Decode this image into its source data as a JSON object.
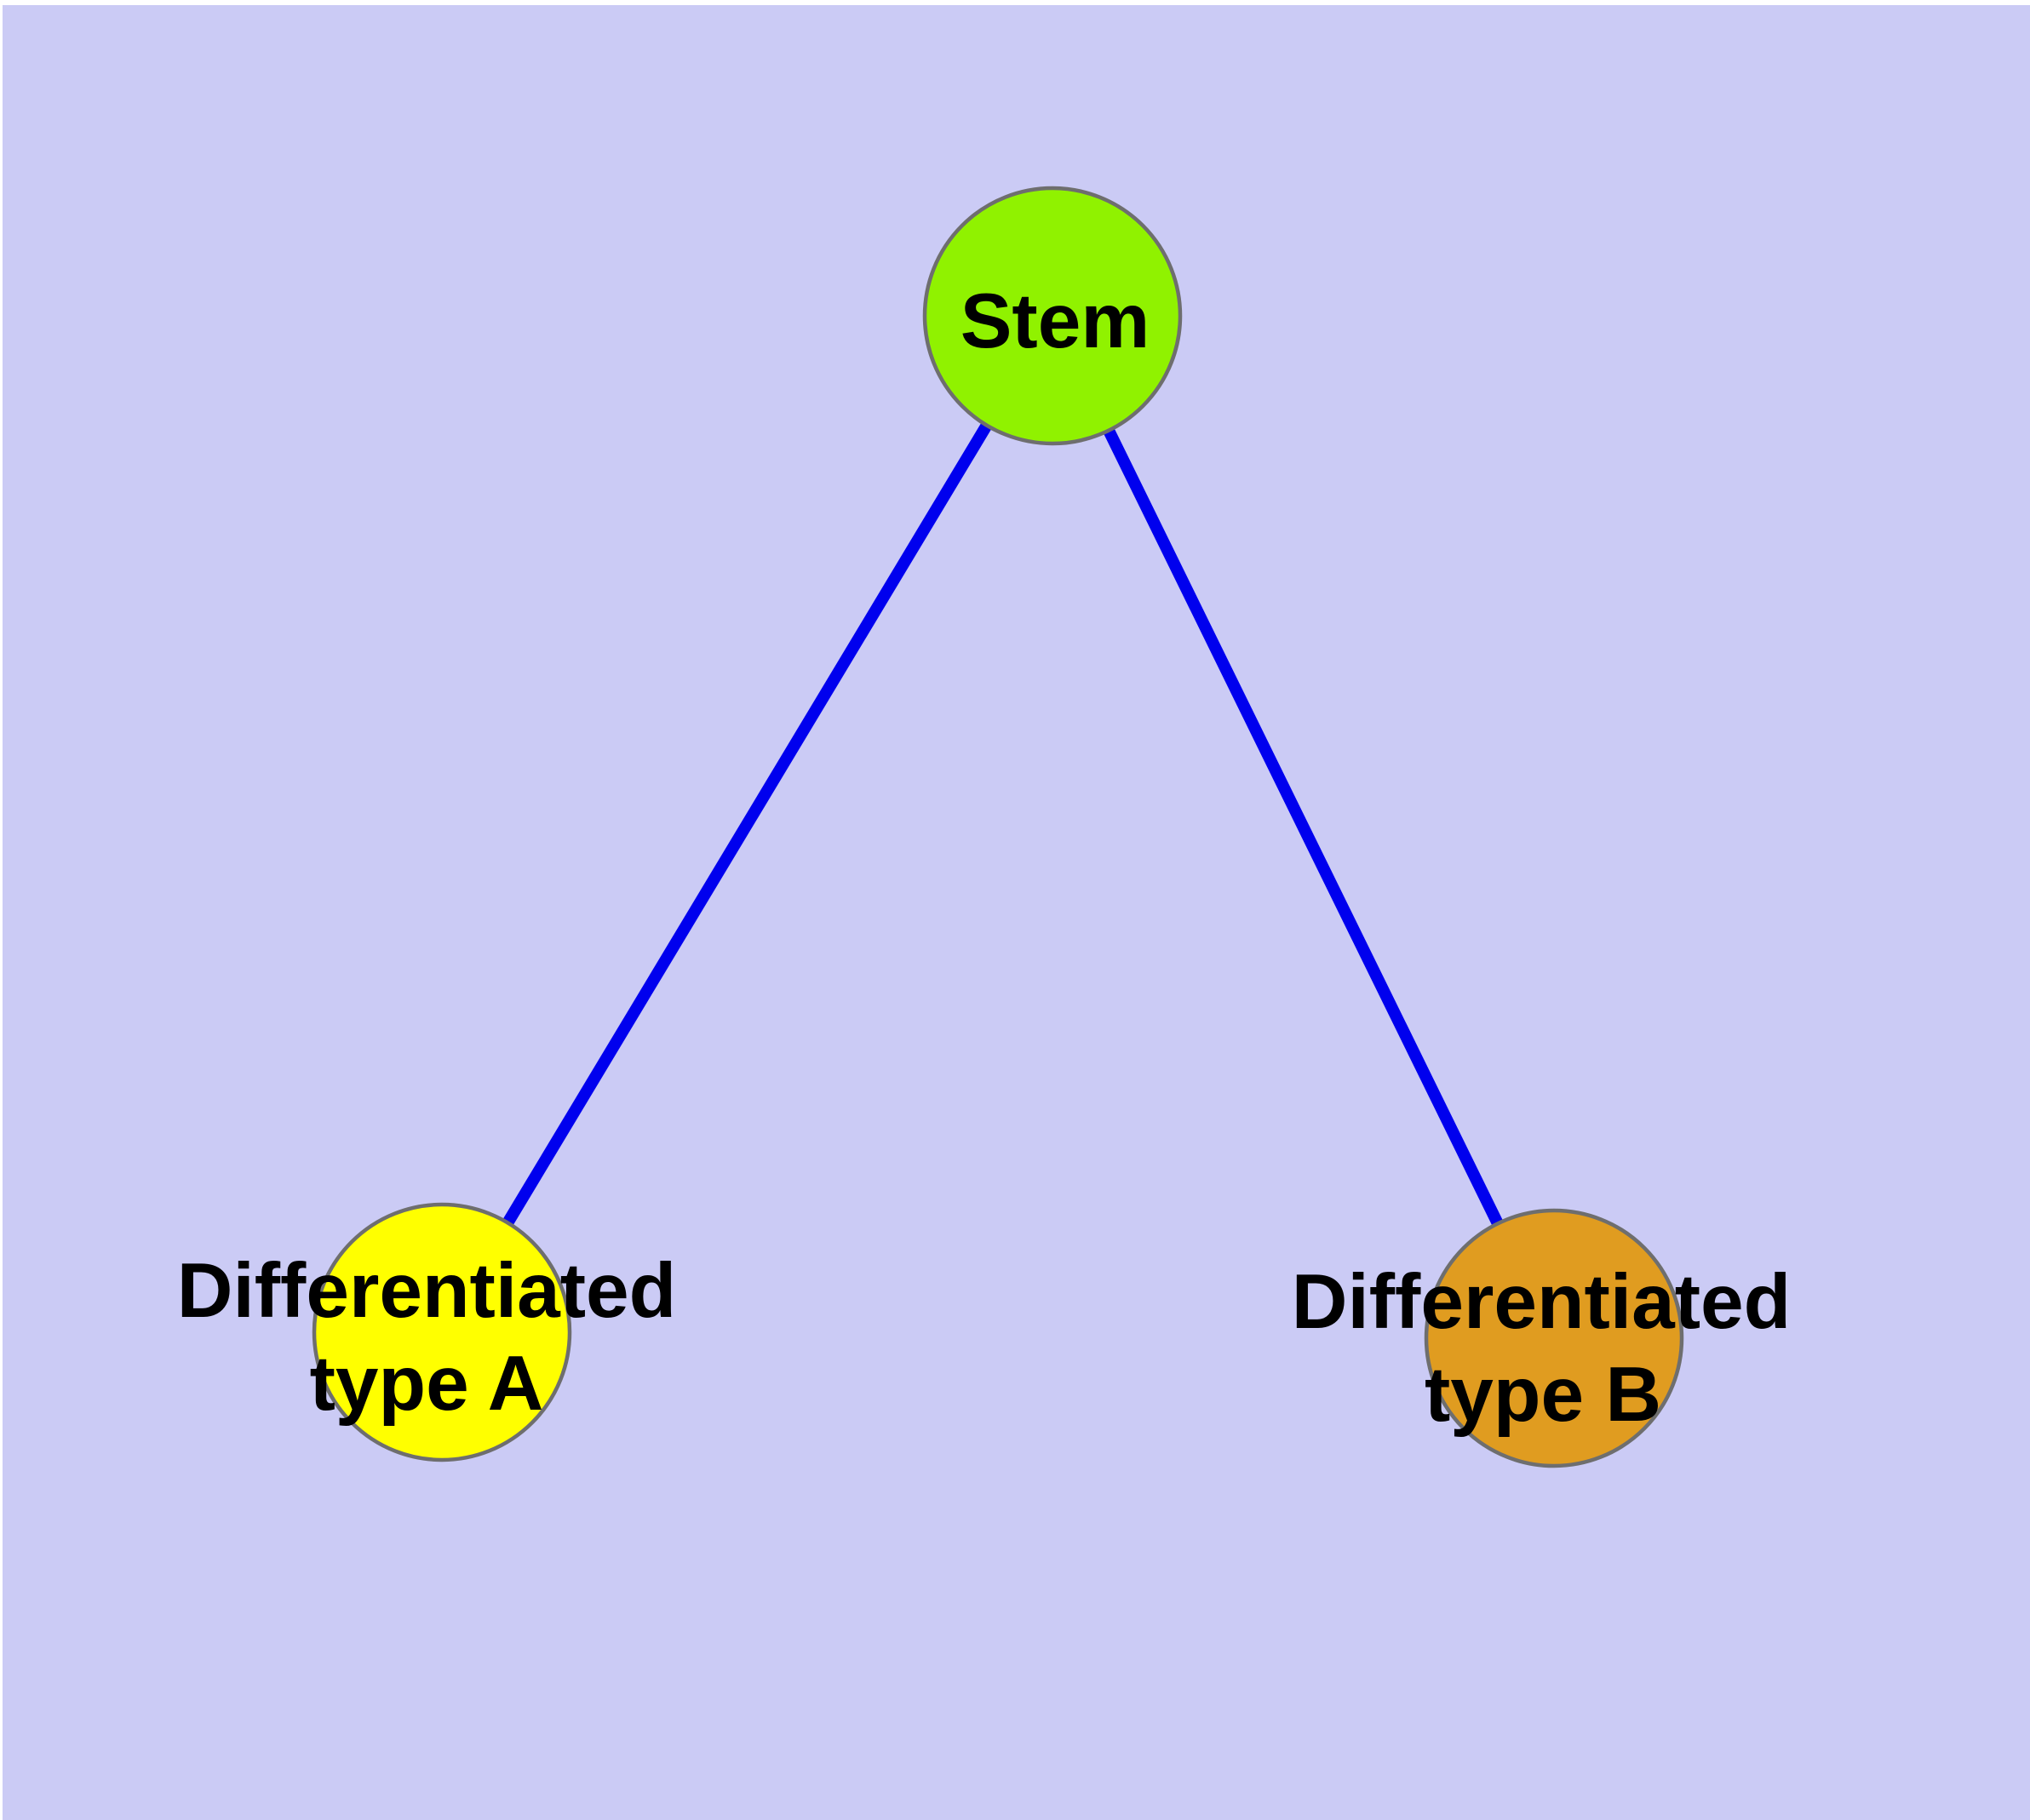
{
  "diagram": {
    "background_color": "#CBCBF5",
    "outer_margin_color": "#FFFFFF",
    "edge_color": "#0000EE",
    "node_border_color": "#6E6E6E",
    "text_color": "#000000",
    "nodes": {
      "stem": {
        "label": "Stem",
        "fill": "#90F200"
      },
      "type_a": {
        "label_line1": "Differentiated",
        "label_line2": "type A",
        "fill": "#FFFF00"
      },
      "type_b": {
        "label_line1": "Differentiated",
        "label_line2": "type B",
        "fill": "#E09C20"
      }
    },
    "edges": [
      {
        "from": "Stem",
        "to": "Differentiated type A"
      },
      {
        "from": "Stem",
        "to": "Differentiated type B"
      }
    ]
  }
}
